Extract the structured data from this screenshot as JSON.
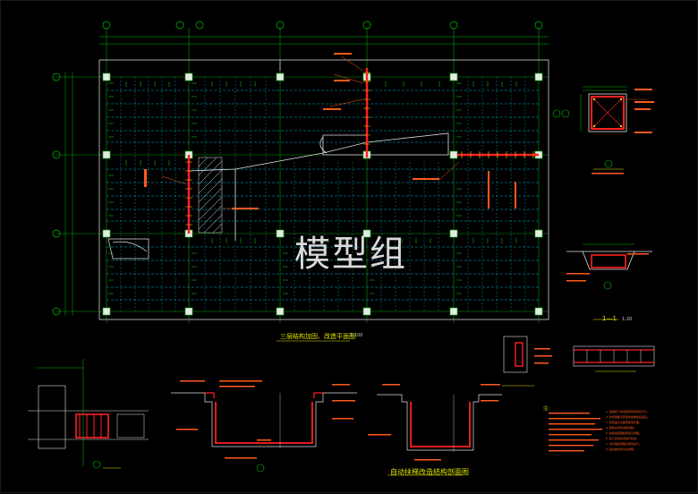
{
  "watermark": "模型组",
  "drawing": {
    "main_title": "三层结构加固、改造平面图",
    "main_title_scale": "1:100",
    "section_title": "自动扶梯改造结构剖面图",
    "section_label": "1—1",
    "section_scale": "1:20",
    "notes_header": "注：",
    "notes": [
      "1. 加固施工前须复核现场实际尺寸。",
      "2. 新增钢筋与原结构钢筋焊接连接。",
      "3. 原混凝土表面须凿毛处理。",
      "4. 植筋采用专用结构胶。",
      "5. 粘钢加固钢板厚度见详图。",
      "6. 施工完成后须进行检测。",
      "7. 未尽事宜按相关规范执行。",
      "8. 其余做法详见总说明。"
    ]
  },
  "colors": {
    "background": "#000000",
    "grid_axis": "#00c000",
    "beam_cyan": "#00c8d8",
    "wall_white": "#e8e8e8",
    "reinforce_red": "#ff2020",
    "text_yellow": "#e6e600",
    "annotation_orange": "#ff5a1e"
  }
}
